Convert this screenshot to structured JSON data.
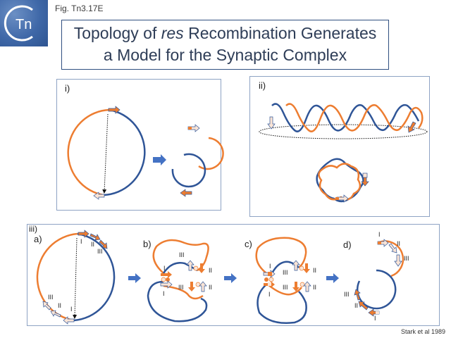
{
  "figure": {
    "label": "Fig. Tn3.17E",
    "logo_text": "Tn",
    "title_line1_pre": "Topology of ",
    "title_line1_italic": "res",
    "title_line1_post": " Recombination Generates",
    "title_line2": "a Model for the Synaptic Complex",
    "citation": "Stark et al 1989"
  },
  "panels": {
    "i": {
      "label": "i)"
    },
    "ii": {
      "label": "ii)"
    },
    "iii": {
      "label": "iii)",
      "subpanels": [
        {
          "label": "a)",
          "site_labels": [
            "I",
            "II",
            "III",
            "III",
            "II",
            "I"
          ]
        },
        {
          "label": "b)",
          "site_labels": [
            "III",
            "I",
            "I",
            "II",
            "III",
            "II"
          ]
        },
        {
          "label": "c)",
          "site_labels": [
            "I",
            "I",
            "III",
            "II",
            "III",
            "II"
          ]
        },
        {
          "label": "d)",
          "site_labels": [
            "I",
            "II",
            "III",
            "III",
            "II",
            "I"
          ]
        }
      ]
    }
  },
  "colors": {
    "orange": "#ed7d31",
    "blue": "#2f5597",
    "arrow_blue": "#4472c4",
    "pale": "#fbe5d6",
    "border": "#8ea3c4"
  }
}
